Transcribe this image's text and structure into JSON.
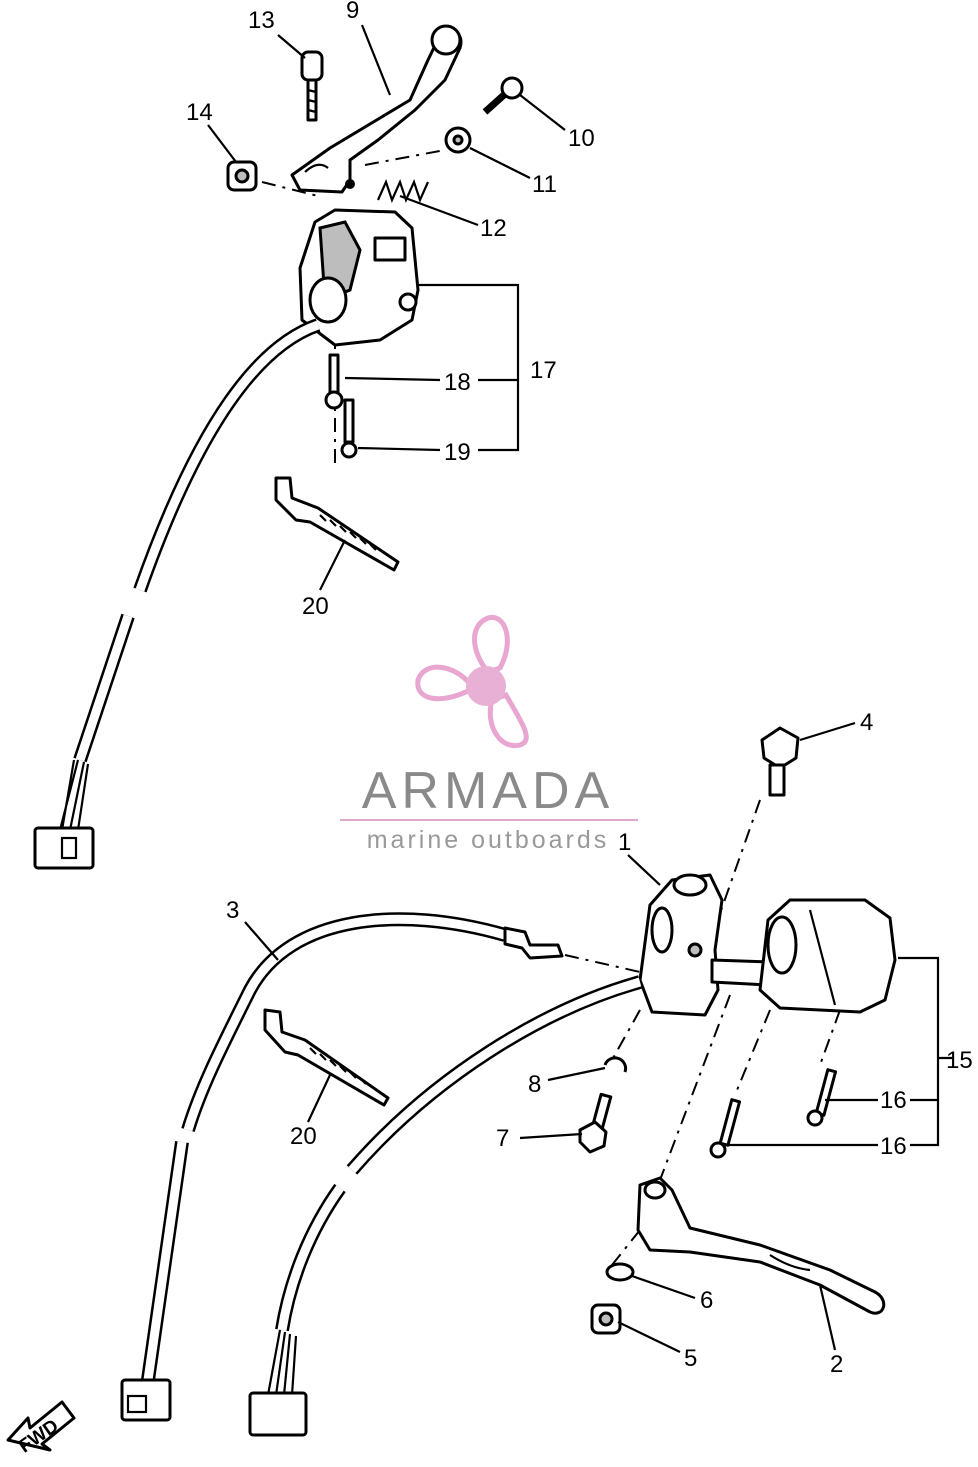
{
  "watermark": {
    "brand": "ARMADA",
    "tagline": "marine outboards",
    "colors": {
      "logo": "#e8a6d0",
      "logo_center": "#e8b0d4",
      "text": "#8a8a8a",
      "sub": "#999999",
      "rule": "#e0a8cc"
    }
  },
  "direction_arrow": {
    "label": "FWD"
  },
  "callouts": {
    "c1": "1",
    "c2": "2",
    "c3": "3",
    "c4": "4",
    "c5": "5",
    "c6": "6",
    "c7": "7",
    "c8": "8",
    "c9": "9",
    "c10": "10",
    "c11": "11",
    "c12": "12",
    "c13": "13",
    "c14": "14",
    "c15": "15",
    "c16a": "16",
    "c16b": "16",
    "c17": "17",
    "c18": "18",
    "c19": "19",
    "c20a": "20",
    "c20b": "20"
  }
}
